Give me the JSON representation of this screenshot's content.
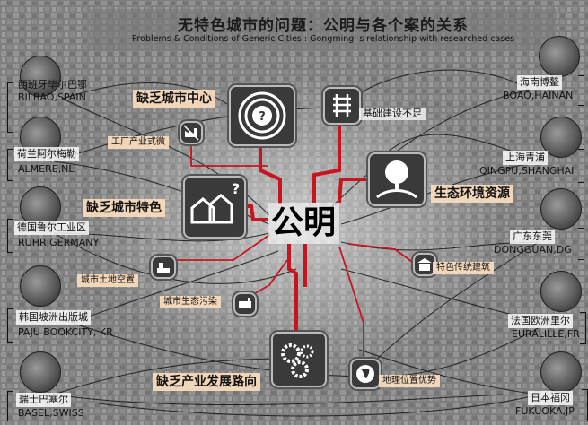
{
  "title": {
    "zh": "无特色城市的问题：公明与各个案的关系",
    "en": "Problems & Conditions of Generic Cities : Gongming’ s relationship with researched cases"
  },
  "center": "公明",
  "problems": {
    "lack_center": "缺乏城市中心",
    "lack_features": "缺乏城市特色",
    "lack_industry": "缺乏产业发展路向",
    "infrastructure": "基础建设不足",
    "eco_resources": "生态环境资源",
    "industrial_form": "工厂产业式微",
    "land_vacancy": "城市土地空置",
    "eco_pollution": "城市生态污染",
    "traditional_buildings": "特色传统建筑",
    "geo_advantage": "地理位置优势"
  },
  "cases_left": [
    {
      "zh": "西班牙毕尔巴鄂",
      "en": "BILBAO,SPAIN"
    },
    {
      "zh": "荷兰阿尔梅勒",
      "en": "ALMERE,NL"
    },
    {
      "zh": "德国鲁尔工业区",
      "en": "RUHR,GERMANY"
    },
    {
      "zh": "韩国坡洲出版城",
      "en": "PAJU BOOKCITY, KR"
    },
    {
      "zh": "瑞士巴塞尔",
      "en": "BASEL,SWISS"
    }
  ],
  "cases_right": [
    {
      "zh": "海南博鳌",
      "en": "BOAO,HAINAN"
    },
    {
      "zh": "上海青浦",
      "en": "QINGPU,SHANGHAI"
    },
    {
      "zh": "广东东莞",
      "en": "DONGGUAN,DG"
    },
    {
      "zh": "法国欧洲里尔",
      "en": "EURALILLE,FR"
    },
    {
      "zh": "日本福冈",
      "en": "FUKUOKA,JP"
    }
  ],
  "colors": {
    "red": "#c8141e",
    "peach": "#f5cfa8",
    "dark": "#3a3a3a"
  }
}
